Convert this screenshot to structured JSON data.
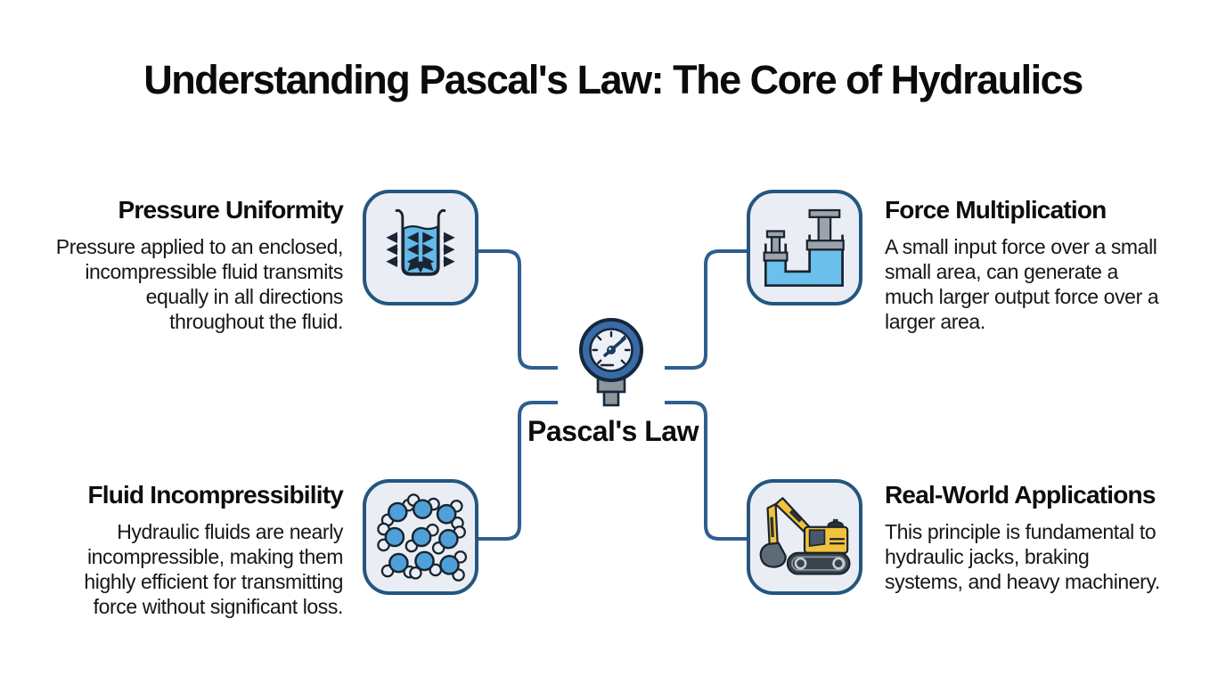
{
  "title": "Understanding Pascal's Law: The Core of Hydraulics",
  "center": {
    "label": "Pascal's Law",
    "icon": "pressure-gauge-icon"
  },
  "sections": [
    {
      "id": "pressure-uniformity",
      "position": "top-left",
      "heading": "Pressure Uniformity",
      "body": "Pressure applied to an enclosed,\nincompressible fluid transmits\nequally in all directions\nthroughout the fluid.",
      "icon": "pressure-beaker-arrows-icon"
    },
    {
      "id": "force-multiplication",
      "position": "top-right",
      "heading": "Force Multiplication",
      "body": "A small input force over a small\nsmall area, can generate a\nmuch larger output force over a\nlarger area.",
      "icon": "hydraulic-press-icon"
    },
    {
      "id": "fluid-incompressibility",
      "position": "bottom-left",
      "heading": "Fluid Incompressibility",
      "body": "Hydraulic fluids are nearly\nincompressible, making them\nhighly efficient for transmitting\nforce without significant loss.",
      "icon": "fluid-molecules-icon"
    },
    {
      "id": "real-world-applications",
      "position": "bottom-right",
      "heading": "Real-World Applications",
      "body": "This principle is fundamental to\nhydraulic jacks, braking\nsystems, and heavy machinery.",
      "icon": "excavator-icon"
    }
  ],
  "colors": {
    "background": "#ffffff",
    "text": "#111111",
    "connector_line": "#2e5e8e",
    "box_border": "#24567f",
    "box_fill": "#eaeef4",
    "fluid_blue": "#63b9e9",
    "gauge_ring_blue": "#3a6ba6",
    "molecule_blue": "#4fa0d9",
    "machine_yellow": "#f3c23c",
    "piston_grey": "#9aa2ab"
  }
}
